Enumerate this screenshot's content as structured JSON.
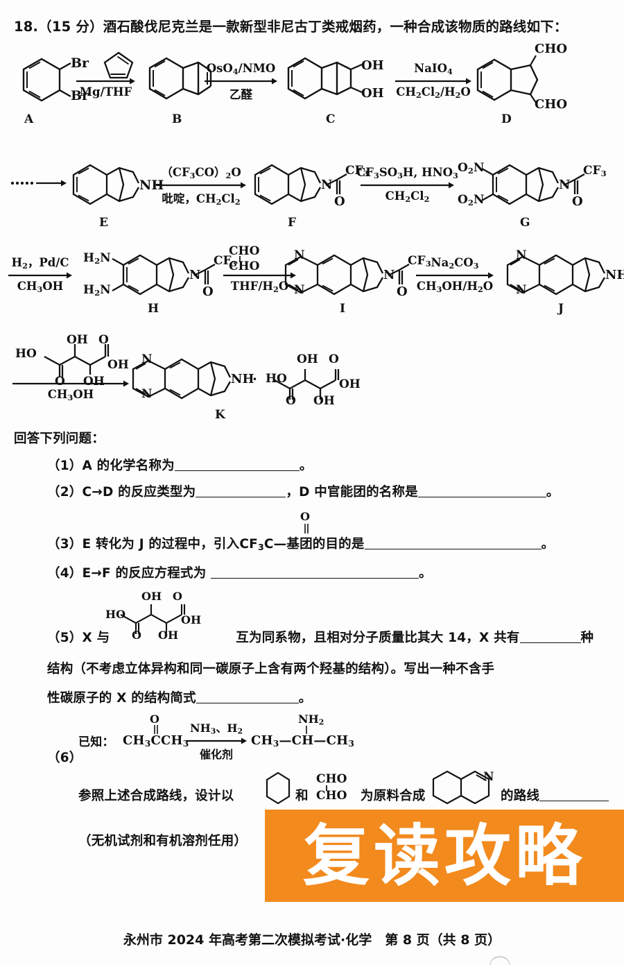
{
  "document": {
    "header": "18.（15 分）酒石酸伐尼克兰是一款新型非尼古丁类戒烟药，一种合成该物质的路线如下：",
    "answer_prompt": "回答下列问题：",
    "footer": "永州市 2024 年高考第二次模拟考试·化学　第 8 页（共 8 页）"
  },
  "watermark": {
    "text": "复读攻略",
    "bg_color": "#F28A1E",
    "text_color": "#ffffff"
  },
  "scheme": {
    "labels": {
      "A": "A",
      "B": "B",
      "C": "C",
      "D": "D",
      "E": "E",
      "F": "F",
      "G": "G",
      "H": "H",
      "I": "I",
      "J": "J",
      "K": "K"
    },
    "compound_text": {
      "br1": "Br",
      "br2": "Br",
      "oh1": "OH",
      "oh2": "OH",
      "cho_top": "CHO",
      "cho_bottom": "CHO",
      "nh_E": "NH",
      "cf3_F": "CF₃",
      "o_F": "O",
      "o2n_top": "O₂N",
      "o2n_bottom": "O₂N",
      "cf3_G": "CF₃",
      "o_G": "O",
      "h2n_top": "H₂N",
      "h2n_bottom": "H₂N",
      "n_H": "N",
      "cf3_H": "CF₃",
      "o_H": "O",
      "n_I_top": "N",
      "n_I_bottom": "N",
      "n_I_ring": "N",
      "cf3_I": "CF₃",
      "o_I": "O",
      "n_J_top": "N",
      "n_J_bottom": "N",
      "nh_J": "NH",
      "n_K_top": "N",
      "n_K_bottom": "N",
      "nh_K": "NH",
      "dot_K": "·",
      "ho_K": "HO",
      "oh_K1": "OH",
      "o_K1": "O",
      "oh_K2": "OH",
      "oh_K3": "OH",
      "o_K2": "O",
      "ho_reagent": "HO",
      "oh_reagent_top": "OH",
      "o_reagent_top": "O",
      "oh_reagent_right": "OH",
      "o_reagent_left": "O",
      "oh_reagent_bottom": "OH"
    },
    "arrows": [
      {
        "id": "A-B",
        "above": "",
        "below": "Mg/THF",
        "above_structure": "cyclopentadiene"
      },
      {
        "id": "B-C",
        "above": "OsO₄/NMO",
        "below": "乙醛"
      },
      {
        "id": "C-D",
        "above": "NaIO₄",
        "below": "CH₂Cl₂/H₂O"
      },
      {
        "id": "dots-E",
        "above": "",
        "below": "",
        "dotted_prefix": "……"
      },
      {
        "id": "E-F",
        "above": "（CF₃CO）₂O",
        "below": "吡啶，CH₂Cl₂"
      },
      {
        "id": "F-G",
        "above": "CF₃SO₃H, HNO₃",
        "below": "CH₂Cl₂"
      },
      {
        "id": "G-H",
        "above": "H₂，Pd/C",
        "below": "CH₃OH"
      },
      {
        "id": "H-I",
        "above": "CHO / CHO",
        "below": "THF/H₂O"
      },
      {
        "id": "I-J",
        "above": "Na₂CO₃",
        "below": "CH₃OH/H₂O"
      },
      {
        "id": "J-K",
        "above": "tartaric acid",
        "below": "CH₃OH"
      }
    ]
  },
  "questions": [
    {
      "num": "（1）",
      "text_before": "A 的化学名称为",
      "blank_width": 180,
      "text_after": "。"
    },
    {
      "num": "（2）",
      "text_before": "C→D 的反应类型为",
      "blank_width": 130,
      "text_mid": "，D 中官能团的名称是",
      "blank2_width": 185,
      "text_after": "。"
    },
    {
      "num": "（3）",
      "text_before": "E 转化为 J 的过程中，引入CF₃C—基团的目的是",
      "blank_width": 255,
      "text_after": "。",
      "superscript": "O"
    },
    {
      "num": "（4）",
      "text_before": "E→F 的反应方程式为",
      "blank_width": 300,
      "text_after": "。"
    },
    {
      "num": "（5）",
      "part1_before": "X 与",
      "part1_after": "互为同系物，且相对分子质量比其大 14，X 共有",
      "blank1_width": 88,
      "part1_tail": "种",
      "line2": "结构（不考虑立体异构和同一碳原子上含有两个羟基的结构）。写出一种不含手",
      "line3_before": "性碳原子的 X 的结构简式",
      "blank2_width": 148,
      "line3_after": "。"
    },
    {
      "num": "（6）",
      "known_label": "已知：",
      "known_left": "CH₃CCH₃",
      "known_left_sup": "O",
      "known_above": "NH₃、H₂",
      "known_below": "催化剂",
      "known_right": "CH₃—CH—CH₃",
      "known_right_sup": "NH₂",
      "line_a_1": "参照上述合成路线，设计以",
      "line_a_2": "和",
      "line_a_3": "为原料合成",
      "line_a_4": "的路线",
      "line_a_blank_width": 100,
      "reagent_cho_top": "CHO",
      "reagent_cho_bottom": "CHO",
      "line_b": "（无机试剂和有机溶剂任用）"
    }
  ]
}
